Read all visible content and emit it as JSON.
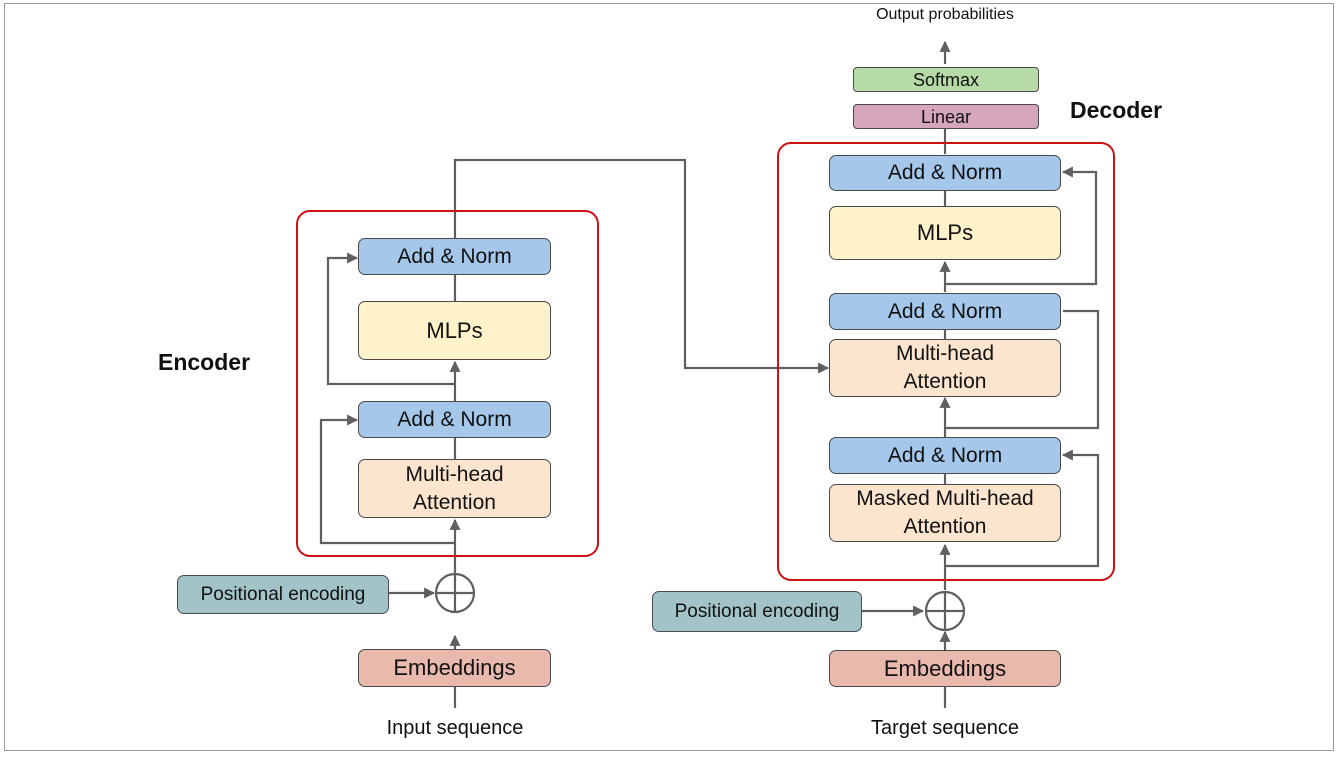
{
  "encoder": {
    "heading": "Encoder",
    "add_norm_top": "Add & Norm",
    "mlps": "MLPs",
    "add_norm_bottom": "Add & Norm",
    "attention": "Multi-head\nAttention",
    "positional_encoding": "Positional encoding",
    "embeddings": "Embeddings",
    "input_label": "Input sequence"
  },
  "decoder": {
    "heading": "Decoder",
    "add_norm_top": "Add & Norm",
    "mlps": "MLPs",
    "add_norm_middle": "Add & Norm",
    "cross_attention": "Multi-head\nAttention",
    "add_norm_bottom": "Add & Norm",
    "masked_attention": "Masked Multi-head\nAttention",
    "positional_encoding": "Positional encoding",
    "embeddings": "Embeddings",
    "input_label": "Target sequence"
  },
  "output": {
    "linear": "Linear",
    "softmax": "Softmax",
    "label": "Output probabilities"
  },
  "colors": {
    "add_norm": "#a4c7ea",
    "mlp": "#fdf2c9",
    "attention": "#fce5cf",
    "embeddings": "#eab9ad",
    "positional": "#a2c4c9",
    "softmax": "#b7dba7",
    "linear": "#d6a6bd",
    "region_border": "#cc1111",
    "wire": "#5f5f5f"
  }
}
